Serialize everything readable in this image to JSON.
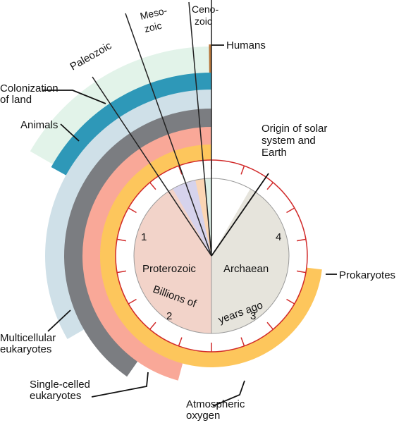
{
  "title": "",
  "era_labels": {
    "paleozoic": "Paleozoic",
    "mesozoic_1": "Meso-",
    "mesozoic_2": "zoic",
    "cenozoic_1": "Ceno-",
    "cenozoic_2": "zoic"
  },
  "eon_labels": {
    "proterozoic": "Proterozoic",
    "archaean": "Archaean"
  },
  "center_text": {
    "left": "Billions of",
    "right": "years ago"
  },
  "scale_numbers": [
    "1",
    "2",
    "3",
    "4"
  ],
  "annotations": {
    "humans": "Humans",
    "colonization_1": "Colonization",
    "colonization_2": "of land",
    "animals": "Animals",
    "origin_1": "Origin of solar",
    "origin_2": "system and",
    "origin_3": "Earth",
    "prokaryotes": "Prokaryotes",
    "multicellular_1": "Multicellular",
    "multicellular_2": "eukaryotes",
    "single_celled_1": "Single-celled",
    "single_celled_2": "eukaryotes",
    "atmospheric_1": "Atmospheric",
    "atmospheric_2": "oxygen"
  },
  "colors": {
    "proterozoic": "#f2d3c9",
    "archaean": "#e6e4dc",
    "paleozoic": "#d6d3ec",
    "mesozoic": "#fbd6b4",
    "cenozoic": "#dcefe6",
    "prokaryotes_band": "#fdc65c",
    "oxygen_band": "#f9a898",
    "single_celled_band": "#7b7d81",
    "multicellular_band": "#cfe0e8",
    "animals_band": "#2e98b8",
    "land_band": "#e2f3e9",
    "humans_band": "#b8763a",
    "tick_ring": "#d12a2a"
  }
}
